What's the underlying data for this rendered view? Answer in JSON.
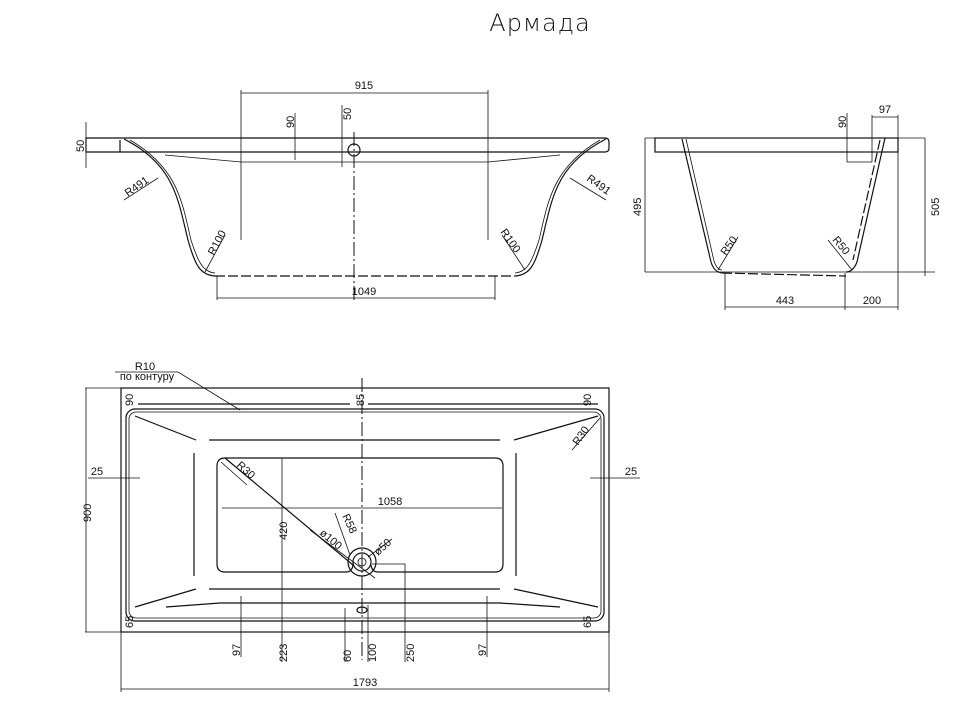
{
  "title": "Армада",
  "front_view": {
    "top_width": "915",
    "rim_thickness": "50",
    "dim_90": "90",
    "dim_50": "50",
    "radius_outer_left": "R491",
    "radius_outer_right": "R491",
    "radius_inner_left": "R100",
    "radius_inner_right": "R100",
    "bottom_width": "1049"
  },
  "side_view": {
    "dim_97": "97",
    "dim_90": "90",
    "height_inner": "495",
    "height_outer": "505",
    "radius_left": "R50",
    "radius_right": "R50",
    "bottom_width": "443",
    "offset": "200"
  },
  "top_view": {
    "contour_radius": "R10",
    "contour_note": "по контуру",
    "height": "900",
    "length": "1793",
    "dim_85": "85",
    "dim_90_left": "90",
    "dim_90_right": "90",
    "corner_radius": "R30",
    "inner_radius": "R30",
    "side_25_left": "25",
    "side_25_right": "25",
    "floor_length": "1058",
    "floor_width": "420",
    "drain_diameter": "ø100",
    "drain_radius": "R58",
    "drain_hole": "ø50",
    "dim_65_left": "65",
    "dim_65_right": "65",
    "dim_97_left": "97",
    "dim_223": "223",
    "dim_60": "60",
    "dim_100": "100",
    "dim_250": "250",
    "dim_97_right": "97"
  }
}
